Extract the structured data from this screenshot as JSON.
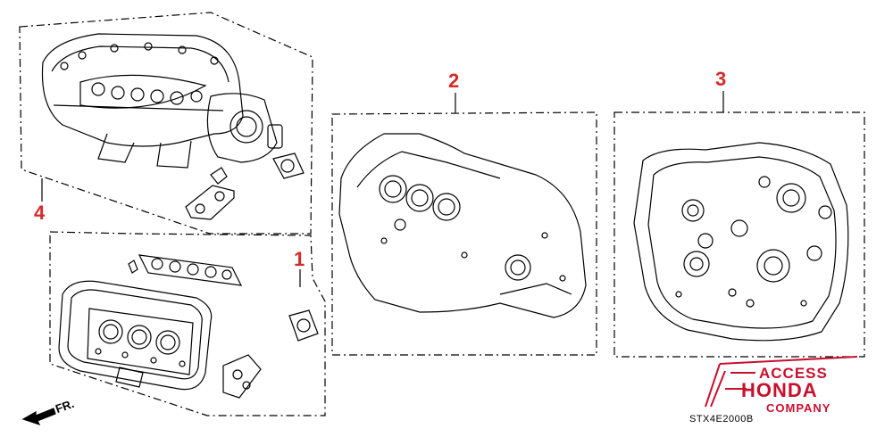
{
  "callouts": {
    "c1": "1",
    "c2": "2",
    "c3": "3",
    "c4": "4"
  },
  "front_label": "FR.",
  "part_code": "STX4E2000B",
  "logo": {
    "line1": "ACCESS",
    "line2": "HONDA",
    "line3": "COMPANY"
  },
  "colors": {
    "callout": "#d42a2a",
    "logo": "#c8102e",
    "line": "#000000"
  }
}
